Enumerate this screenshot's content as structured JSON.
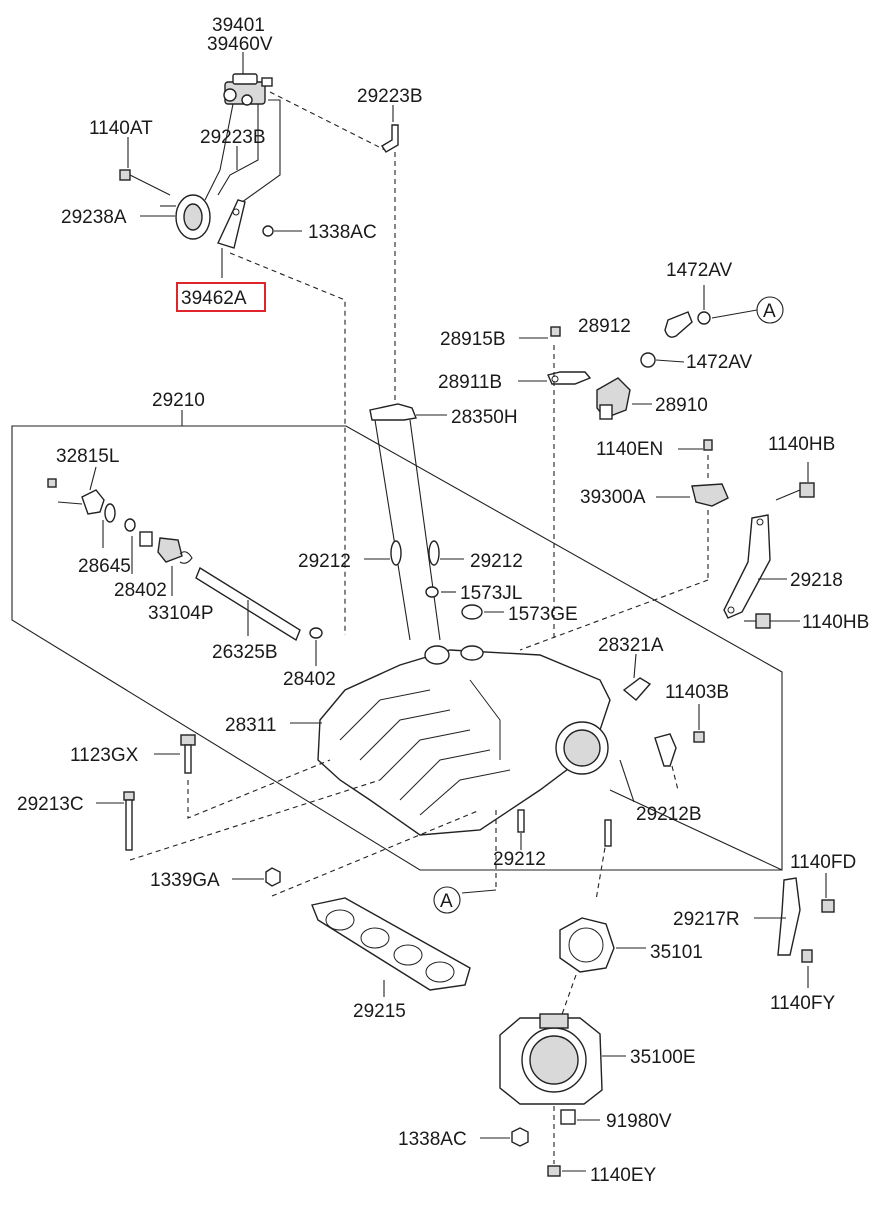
{
  "labels": {
    "p39401": "39401",
    "p39460V": "39460V",
    "p29223B_a": "29223B",
    "p29223B_b": "29223B",
    "p1140AT": "1140AT",
    "p29238A": "29238A",
    "p1338AC_a": "1338AC",
    "p39462A": "39462A",
    "p1472AV_a": "1472AV",
    "p28912": "28912",
    "p1472AV_b": "1472AV",
    "p28915B": "28915B",
    "p28911B": "28911B",
    "p28910": "28910",
    "p29210": "29210",
    "p28350H": "28350H",
    "p1140EN": "1140EN",
    "p1140HB_a": "1140HB",
    "p39300A": "39300A",
    "p32815L": "32815L",
    "p28645": "28645",
    "p28402_a": "28402",
    "p33104P": "33104P",
    "p26325B": "26325B",
    "p28402_b": "28402",
    "p29212_a": "29212",
    "p29212_b": "29212",
    "p1573JL": "1573JL",
    "p1573GE": "1573GE",
    "p29218": "29218",
    "p1140HB_b": "1140HB",
    "p28321A": "28321A",
    "p11403B": "11403B",
    "p28311": "28311",
    "p1123GX": "1123GX",
    "p29213C": "29213C",
    "p29212B": "29212B",
    "p29212_c": "29212",
    "p1339GA": "1339GA",
    "p1140FD": "1140FD",
    "p29217R": "29217R",
    "p35101": "35101",
    "p1140FY": "1140FY",
    "p29215": "29215",
    "p35100E": "35100E",
    "p1338AC_b": "1338AC",
    "p91980V": "91980V",
    "p1140EY": "1140EY",
    "refA_top": "A",
    "refA_bottom": "A"
  },
  "highlight": {
    "part": "39462A",
    "color": "#e0242c"
  }
}
